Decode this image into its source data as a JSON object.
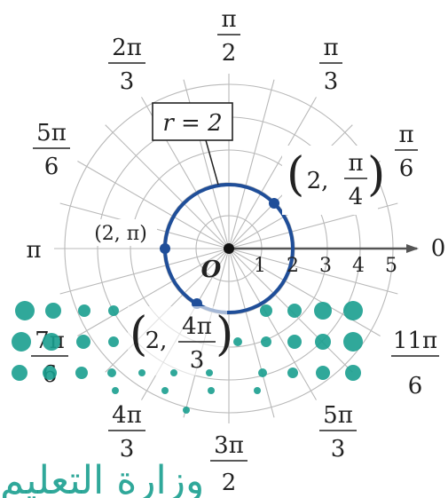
{
  "diagram": {
    "curve_label": "r = 2",
    "origin_label": "O",
    "zero_axis_label": "0",
    "radial_tick_labels": [
      "1",
      "2",
      "3",
      "4",
      "5"
    ],
    "angle_labels": [
      {
        "num": "π",
        "den": "2"
      },
      {
        "num": "π",
        "den": "3"
      },
      {
        "num": "2π",
        "den": "3"
      },
      {
        "num": "π",
        "den": "6"
      },
      {
        "num": "5π",
        "den": "6"
      },
      {
        "text": "π"
      },
      {
        "num": "7π",
        "den": "6"
      },
      {
        "num": "11π",
        "den": "6"
      },
      {
        "num": "4π",
        "den": "3"
      },
      {
        "num": "5π",
        "den": "3"
      },
      {
        "num": "3π",
        "den": "2"
      }
    ],
    "points": [
      {
        "label": "(2, π)",
        "r": 2,
        "theta": "π"
      },
      {
        "label_r": "2,",
        "num": "π",
        "den": "4",
        "r": 2,
        "theta": "π/4"
      },
      {
        "label_r": "2,",
        "num": "4π",
        "den": "3",
        "r": 2,
        "theta": "4π/3"
      }
    ],
    "circle_radius": 2,
    "colors": {
      "curve": "#1f4e99",
      "grid": "#b9b9b9",
      "axis": "#555555",
      "watermark": "#1a9e8f"
    }
  },
  "watermark": {
    "text": "وزارة التعليم"
  }
}
